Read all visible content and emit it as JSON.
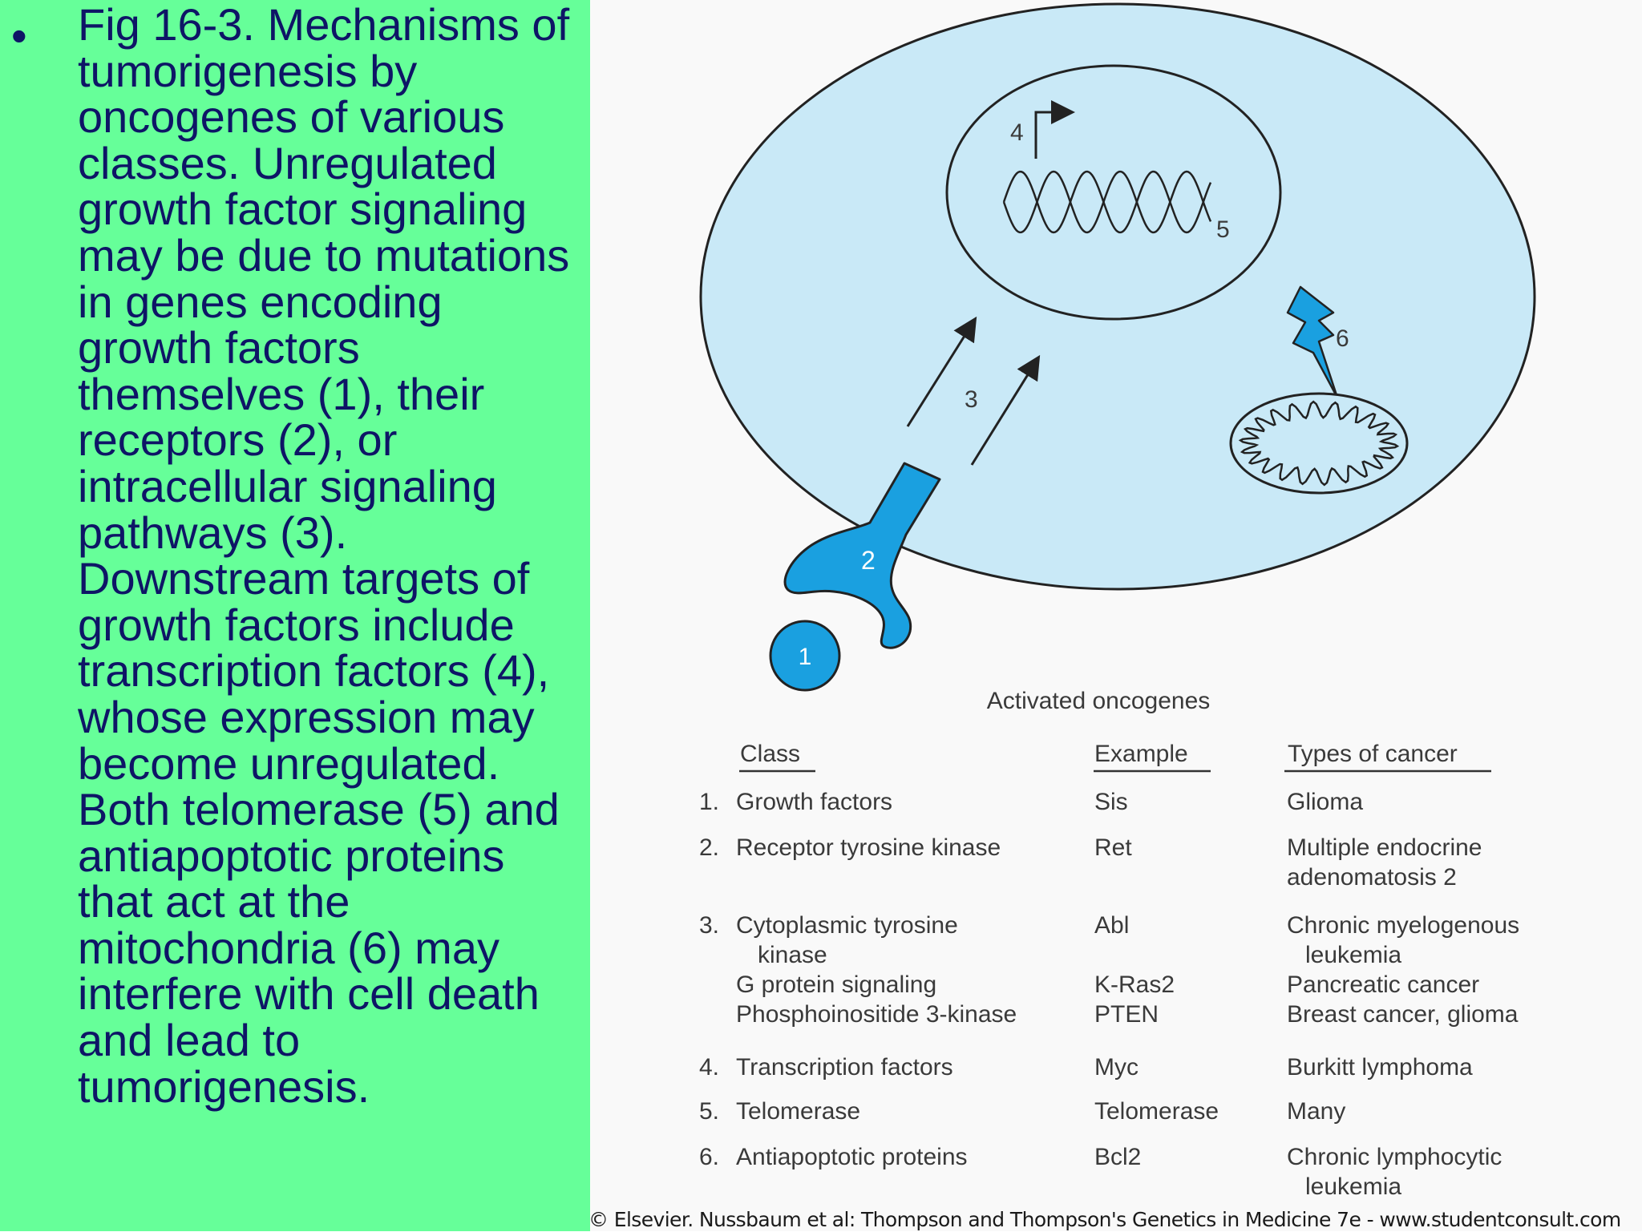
{
  "caption": {
    "bullet": "•",
    "text": "Fig 16-3. Mechanisms of tumorigenesis by oncogenes of various classes. Unregulated growth factor signaling may be due to mutations in genes encoding growth factors themselves (1), their receptors (2), or intracellular signaling pathways (3). Downstream targets of growth factors include transcription factors (4), whose expression may become unregulated. Both telomerase (5) and antiapoptotic proteins that act at the mitochondria (6) may interfere with cell death and lead to tumorigenesis."
  },
  "diagram": {
    "labels": {
      "n1": "1",
      "n2": "2",
      "n3": "3",
      "n4": "4",
      "n5": "5",
      "n6": "6"
    },
    "colors": {
      "cell_fill": "#c9e9f7",
      "protein_fill": "#1aa0e0",
      "outline": "#222222"
    }
  },
  "table": {
    "title": "Activated oncogenes",
    "headers": {
      "class": "Class",
      "example": "Example",
      "types": "Types of cancer"
    },
    "rows": [
      {
        "num": "1.",
        "class": [
          "Growth factors"
        ],
        "example": [
          "Sis"
        ],
        "types": [
          "Glioma"
        ]
      },
      {
        "num": "2.",
        "class": [
          "Receptor tyrosine kinase"
        ],
        "example": [
          "Ret"
        ],
        "types": [
          "Multiple endocrine",
          "adenomatosis 2"
        ]
      },
      {
        "num": "3.",
        "class": [
          "Cytoplasmic tyrosine",
          "kinase",
          "G protein signaling",
          "Phosphoinositide 3-kinase"
        ],
        "example": [
          "Abl",
          "",
          "K-Ras2",
          "PTEN"
        ],
        "types": [
          "Chronic myelogenous",
          "leukemia",
          "Pancreatic cancer",
          "Breast cancer, glioma"
        ]
      },
      {
        "num": "4.",
        "class": [
          "Transcription factors"
        ],
        "example": [
          "Myc"
        ],
        "types": [
          "Burkitt lymphoma"
        ]
      },
      {
        "num": "5.",
        "class": [
          "Telomerase"
        ],
        "example": [
          "Telomerase"
        ],
        "types": [
          "Many"
        ]
      },
      {
        "num": "6.",
        "class": [
          "Antiapoptotic proteins"
        ],
        "example": [
          "Bcl2"
        ],
        "types": [
          "Chronic lymphocytic",
          "leukemia"
        ]
      }
    ]
  },
  "credit": "© Elsevier. Nussbaum et al: Thompson and Thompson's Genetics in Medicine 7e - www.studentconsult.com"
}
